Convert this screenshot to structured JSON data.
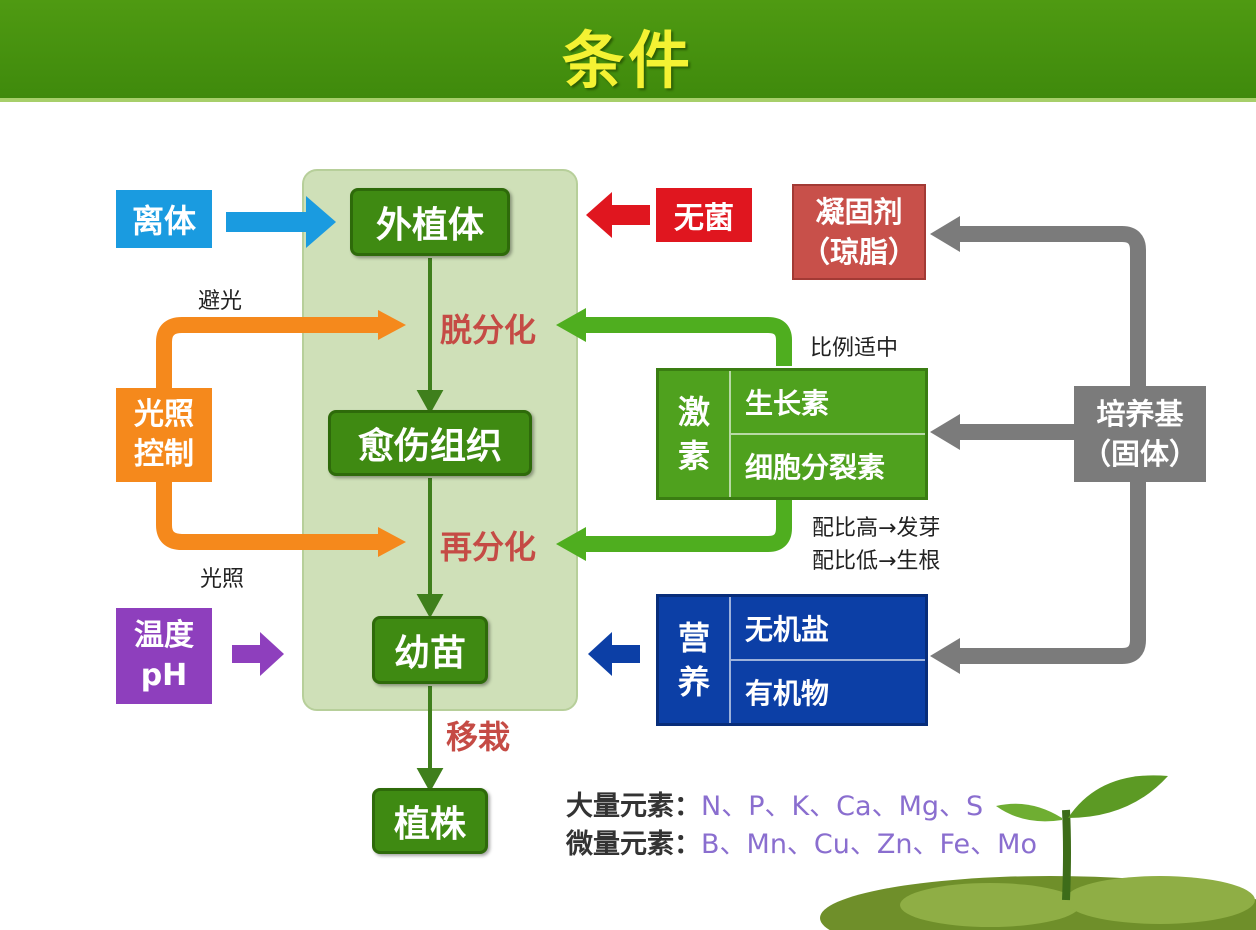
{
  "header": {
    "title": "条件"
  },
  "center": {
    "explant": "外植体",
    "dedifferentiation": "脱分化",
    "callus": "愈伤组织",
    "redifferentiation": "再分化",
    "seedling": "幼苗",
    "transplant": "移栽",
    "plant": "植株"
  },
  "left": {
    "isolated": "离体",
    "avoid_light": "避光",
    "light_control_1": "光照",
    "light_control_2": "控制",
    "light": "光照",
    "temp_1": "温度",
    "temp_2": "pH"
  },
  "right": {
    "sterile": "无菌",
    "agent_1": "凝固剂",
    "agent_2": "（琼脂）",
    "ratio_note": "比例适中",
    "hormone_1": "激",
    "hormone_2": "素",
    "auxin": "生长素",
    "cytokinin": "细胞分裂素",
    "ratio_high": "配比高→发芽",
    "ratio_low": "配比低→生根",
    "medium_1": "培养基",
    "medium_2": "（固体）",
    "nutrition_1": "营",
    "nutrition_2": "养",
    "inorganic": "无机盐",
    "organic": "有机物"
  },
  "elements": {
    "macro_label": "大量元素：",
    "macro_values": "N、P、K、Ca、Mg、S",
    "micro_label": "微量元素：",
    "micro_values": "B、Mn、Cu、Zn、Fe、Mo"
  },
  "colors": {
    "green": "#3f8a12",
    "orange": "#f5891c",
    "blue": "#1a9be0",
    "red": "#e0161f",
    "purple": "#8e3fbd",
    "gray": "#7b7b7b",
    "navy": "#0c3fa6",
    "light_green": "#4fae1f"
  }
}
